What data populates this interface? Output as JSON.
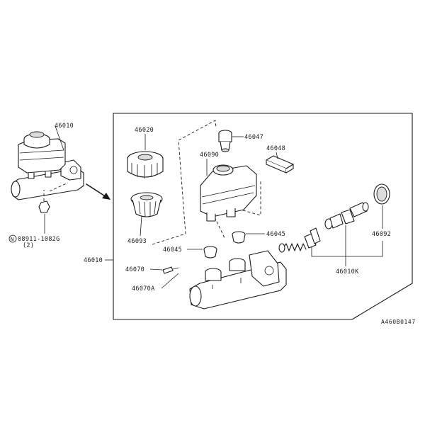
{
  "labels": {
    "assembly_left": "46010",
    "assembly_main": "46010",
    "nut_code": "08911-1082G",
    "nut_qty": "(2)",
    "nut_prefix": "N",
    "cap": "46020",
    "strainer": "46093",
    "reservoir": "46090",
    "fitting": "46047",
    "clip": "46048",
    "grommet_upper": "46045",
    "grommet_lower": "46045",
    "pin": "46070",
    "pin_seal": "46070A",
    "piston_kit": "46010K",
    "boot": "46092",
    "diagram_code": "A460B0147"
  }
}
